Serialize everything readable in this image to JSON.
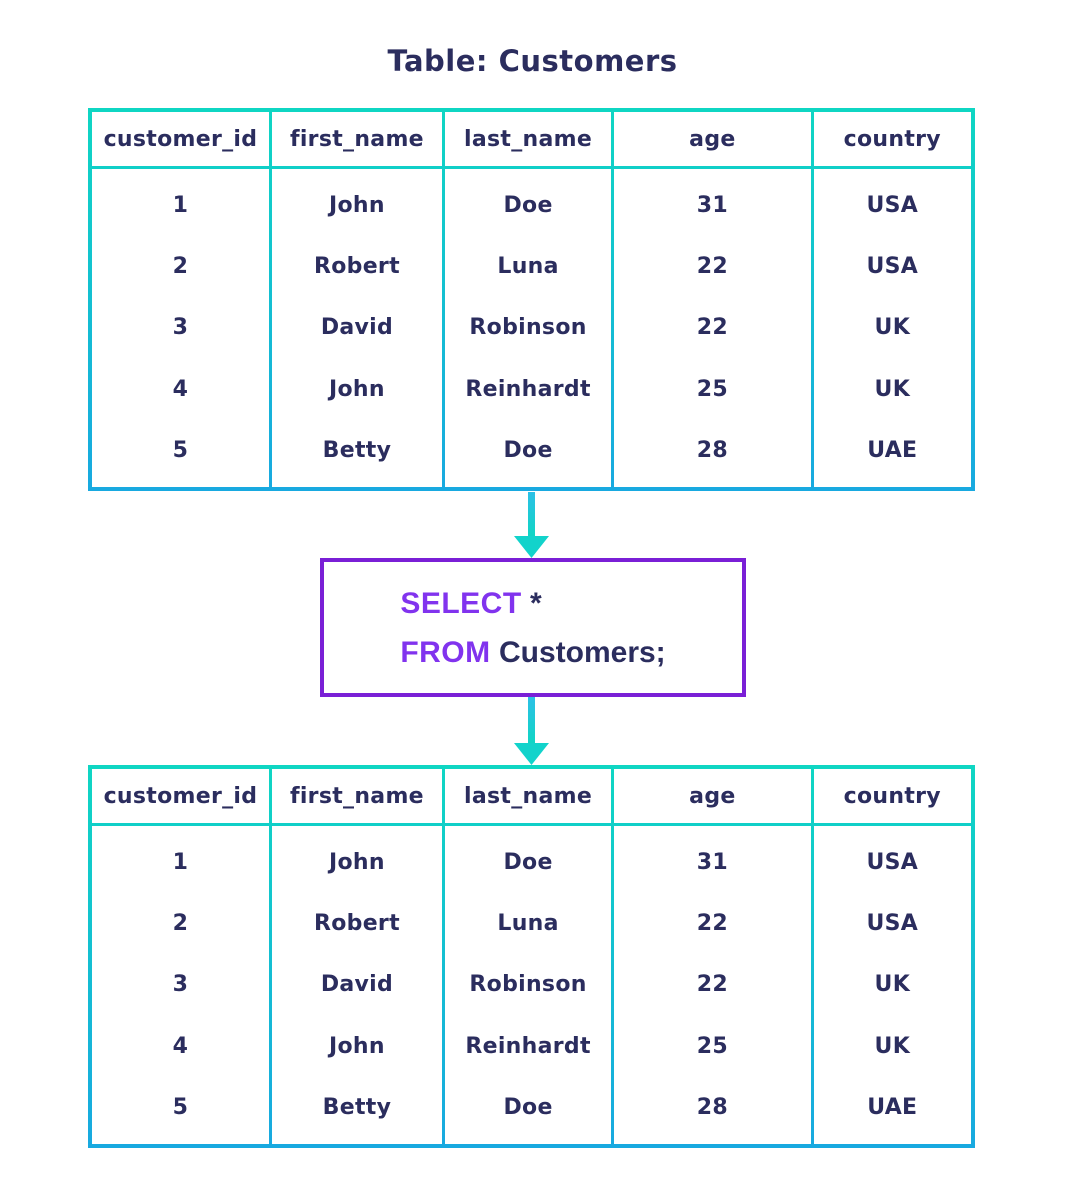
{
  "title": "Table: Customers",
  "table": {
    "columns": [
      "customer_id",
      "first_name",
      "last_name",
      "age",
      "country"
    ],
    "rows": [
      [
        "1",
        "John",
        "Doe",
        "31",
        "USA"
      ],
      [
        "2",
        "Robert",
        "Luna",
        "22",
        "USA"
      ],
      [
        "3",
        "David",
        "Robinson",
        "22",
        "UK"
      ],
      [
        "4",
        "John",
        "Reinhardt",
        "25",
        "UK"
      ],
      [
        "5",
        "Betty",
        "Doe",
        "28",
        "UAE"
      ]
    ]
  },
  "query": {
    "select_keyword": "SELECT",
    "select_rest": " *",
    "from_keyword": "FROM",
    "from_rest": " Customers;"
  },
  "icons": {
    "arrow_down": "down-arrow-icon"
  },
  "colors": {
    "text_navy": "#2b2d5e",
    "border_teal_top": "#0fd6c3",
    "border_blue_bottom": "#18a9e0",
    "query_border_purple": "#7a1fd6",
    "keyword_purple": "#8133ee",
    "background": "#ffffff"
  }
}
